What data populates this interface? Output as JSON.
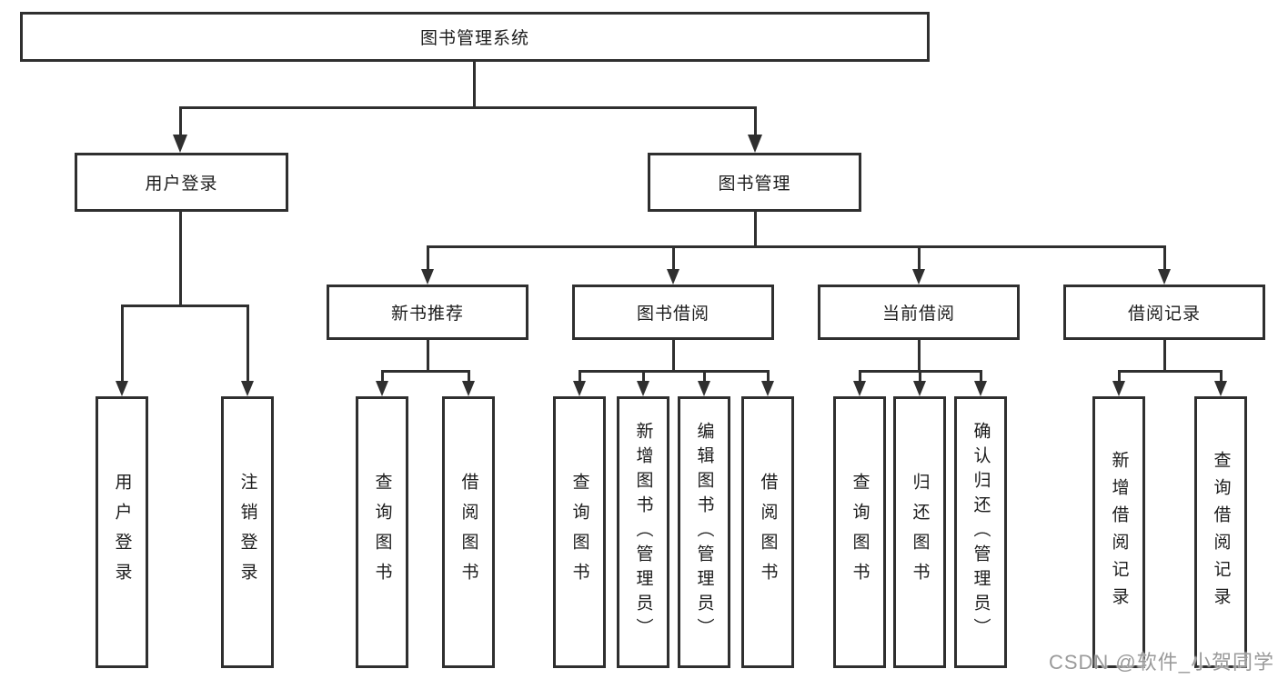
{
  "diagram": {
    "root": "图书管理系统",
    "level2": [
      "用户登录",
      "图书管理"
    ],
    "level3": [
      "新书推荐",
      "图书借阅",
      "当前借阅",
      "借阅记录"
    ],
    "leaves": {
      "user_login": [
        "用户登录",
        "注销登录"
      ],
      "new_book_rec": [
        "查询图书",
        "借阅图书"
      ],
      "book_borrow": [
        "查询图书",
        "新增图书（管理员）",
        "编辑图书（管理员）",
        "借阅图书"
      ],
      "current_borrow": [
        "查询图书",
        "归还图书",
        "确认归还（管理员）"
      ],
      "borrow_records": [
        "新增借阅记录",
        "查询借阅记录"
      ]
    }
  },
  "watermark": "CSDN @软件_小贺同学",
  "colors": {
    "line": "#2f2f2f",
    "text": "#1c1c1c",
    "watermark": "#9a9a9a",
    "background": "#ffffff"
  }
}
